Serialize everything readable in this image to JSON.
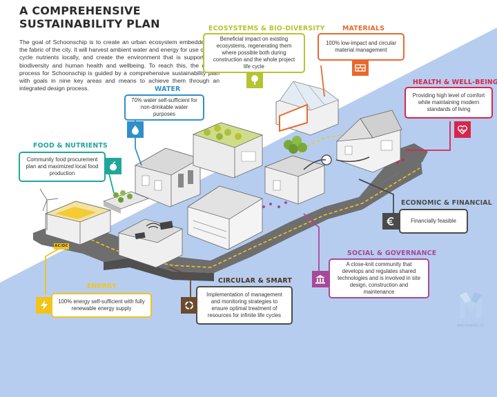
{
  "header": {
    "title_line1": "A COMPREHENSIVE",
    "title_line2": "SUSTAINABILITY PLAN"
  },
  "intro_text": "The goal of Schoonschip is to create an urban ecosystem embedded into the fabric of the city. It will harvest ambient water and energy for use on site, cycle nutrients locally, and create the environment that is supportive of biodiversity and human health and wellbeing. To reach this, the design process for Schoonschip is guided by a comprehensive sustainability plan with goals in nine key areas and means to achieve them through an integrated design process.",
  "areas": {
    "ecosystems": {
      "label": "ECOSYSTEMS & BIO-DIVERSITY",
      "text": "Beneficial impact on existing ecosystems, regenerating them where possible both during construction and the whole project life cycle",
      "color": "#b5c431",
      "icon": "tree-icon"
    },
    "materials": {
      "label": "MATERIALS",
      "text": "100% low-impact and circular material management",
      "color": "#e8692d",
      "icon": "brick-icon"
    },
    "water": {
      "label": "WATER",
      "text": "70% water self-sufficient for non-drinkable water purposes",
      "color": "#2f8fc8",
      "icon": "water-drop-icon"
    },
    "health": {
      "label": "HEALTH & WELL-BEING",
      "text": "Providing high level of comfort while maintaining modern standards of living",
      "color": "#d7264b",
      "icon": "heart-pulse-icon"
    },
    "food": {
      "label": "FOOD & NUTRIENTS",
      "text": "Community food procurement plan and maximized local food production",
      "color": "#1fa79a",
      "icon": "apple-icon"
    },
    "economic": {
      "label": "ECONOMIC & FINANCIAL",
      "text": "Financially feasible",
      "color": "#4a4a4a",
      "icon": "euro-icon"
    },
    "social": {
      "label": "SOCIAL & GOVERNANCE",
      "text": "A close-knit community that develops and regulates shared technologies and is involved in site design, construction and maintenance",
      "color": "#a8489a",
      "icon": "institution-icon"
    },
    "circular": {
      "label": "CIRCULAR & SMART",
      "text": "Implementation of management and monitoring strategies to ensure optimal treatment of resources for infinite life cycles",
      "color": "#6b4a2e",
      "icon": "cycle-icon"
    },
    "energy": {
      "label": "ENERGY",
      "text": "100% energy self-sufficient with fully renewable energy supply",
      "color": "#f2c419",
      "icon": "lightning-icon"
    }
  },
  "logo": {
    "text": "METABOLIC",
    "color": "#b8d3ee"
  },
  "labels": {
    "dc_tag": "AC/DC"
  },
  "colors": {
    "water_bg": "#b7cdef",
    "jetty": "#6e6e6e",
    "path": "#f2c419"
  }
}
